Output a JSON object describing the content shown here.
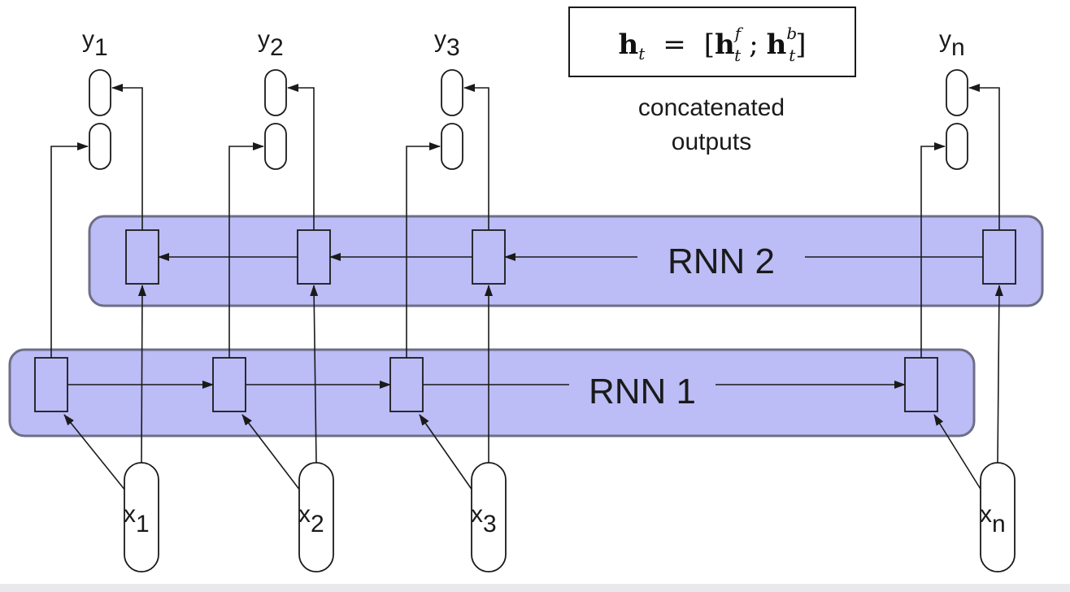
{
  "diagram": {
    "layers": [
      {
        "id": "rnn1",
        "label": "RNN 1",
        "direction": "forward"
      },
      {
        "id": "rnn2",
        "label": "RNN 2",
        "direction": "backward"
      }
    ],
    "inputs": [
      {
        "base": "x",
        "sub": "1"
      },
      {
        "base": "x",
        "sub": "2"
      },
      {
        "base": "x",
        "sub": "3"
      },
      {
        "base": "x",
        "sub": "n"
      }
    ],
    "outputs": [
      {
        "base": "y",
        "sub": "1"
      },
      {
        "base": "y",
        "sub": "2"
      },
      {
        "base": "y",
        "sub": "3"
      },
      {
        "base": "y",
        "sub": "n"
      }
    ],
    "formula": {
      "lhs": "h",
      "lhs_sub": "t",
      "eq": "=",
      "open": "[",
      "term1": "h",
      "term1_sup": "f",
      "term1_sub": "t",
      "sep": ";",
      "term2": "h",
      "term2_sup": "b",
      "term2_sub": "t",
      "close": "]"
    },
    "caption": [
      "concatenated",
      "outputs"
    ],
    "colors": {
      "layer_fill": "#bcbcf6",
      "layer_stroke": "#6e6e86",
      "line": "#1a1a1a",
      "background": "#ffffff"
    }
  }
}
